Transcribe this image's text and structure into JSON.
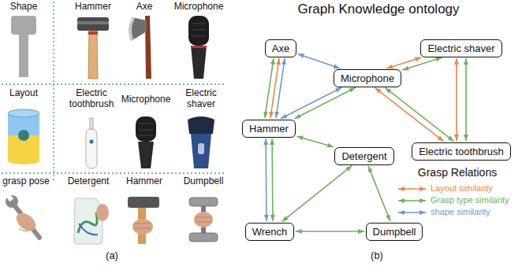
{
  "diagram": {
    "title": "Graph Knowledge ontology",
    "nodes": [
      {
        "text": [
          "Axe"
        ]
      },
      {
        "text": [
          "Electric shaver"
        ]
      },
      {
        "text": [
          "Microphone"
        ]
      },
      {
        "text": [
          "Hammer"
        ]
      },
      {
        "text": [
          "Detergent"
        ]
      },
      {
        "text": [
          "Electric toothbrush"
        ]
      },
      {
        "text": [
          "Wrench"
        ]
      },
      {
        "text": [
          "Dumpbell"
        ]
      }
    ],
    "edges": [
      {
        "from": 0,
        "to": 2,
        "arrow": "both"
      },
      {
        "from": 0,
        "to": 3,
        "arrow": "both"
      },
      {
        "from": 0,
        "to": 3,
        "arrow": "both"
      },
      {
        "from": 0,
        "to": 3,
        "arrow": "both"
      },
      {
        "from": 3,
        "to": 2,
        "arrow": "both"
      },
      {
        "from": 3,
        "to": 2,
        "arrow": "both"
      },
      {
        "from": 2,
        "to": 1,
        "arrow": "both"
      },
      {
        "from": 2,
        "to": 1,
        "arrow": "both"
      },
      {
        "from": 2,
        "to": 5,
        "arrow": "both"
      },
      {
        "from": 2,
        "to": 5,
        "arrow": "both"
      },
      {
        "from": 1,
        "to": 5,
        "arrow": "both"
      },
      {
        "from": 1,
        "to": 5,
        "arrow": "both"
      },
      {
        "from": 3,
        "to": 4,
        "arrow": "both"
      },
      {
        "from": 3,
        "to": 6,
        "arrow": "both"
      },
      {
        "from": 3,
        "to": 6,
        "arrow": "both"
      },
      {
        "from": 4,
        "to": 6,
        "arrow": "both"
      },
      {
        "from": 4,
        "to": 7,
        "arrow": "both"
      },
      {
        "from": 6,
        "to": 7,
        "arrow": "both"
      }
    ],
    "labels": [
      "Shape",
      "Hammer",
      "Axe",
      "Microphone",
      "Layout",
      "Electric toothbrush",
      "Microphone",
      "Electric shaver",
      "grasp pose",
      "Detergent",
      "Hammer",
      "Dumpbell",
      "(a)",
      "(b)",
      "Grasp Relations"
    ],
    "legend": [
      {
        "text": "Layout similarity",
        "color": "#e8874a"
      },
      {
        "text": "Grasp type similarity",
        "color": "#6cb35b"
      },
      {
        "text": "shape similarity",
        "color": "#6b9bd2"
      }
    ]
  }
}
